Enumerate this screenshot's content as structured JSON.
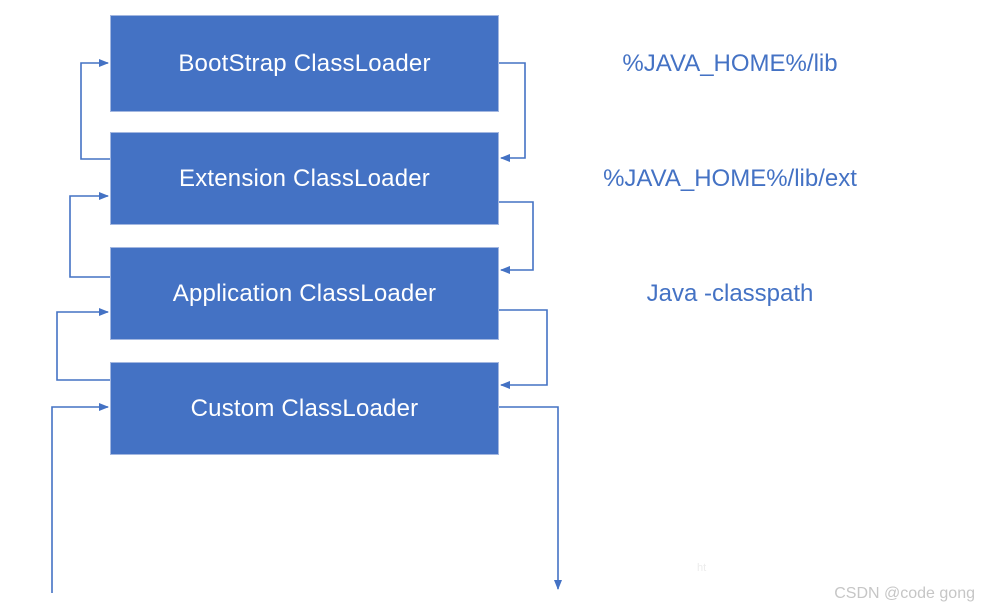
{
  "diagram": {
    "title_semantic": "Java ClassLoader delegation hierarchy",
    "boxes": [
      {
        "label": "BootStrap ClassLoader",
        "side_label": "%JAVA_HOME%/lib"
      },
      {
        "label": "Extension ClassLoader",
        "side_label": "%JAVA_HOME%/lib/ext"
      },
      {
        "label": "Application ClassLoader",
        "side_label": "Java -classpath"
      },
      {
        "label": "Custom ClassLoader",
        "side_label": ""
      }
    ],
    "connectors": [
      {
        "from": "Extension ClassLoader",
        "to": "BootStrap ClassLoader",
        "side": "left",
        "direction": "up"
      },
      {
        "from": "Application ClassLoader",
        "to": "Extension ClassLoader",
        "side": "left",
        "direction": "up"
      },
      {
        "from": "Custom ClassLoader",
        "to": "Application ClassLoader",
        "side": "left",
        "direction": "up"
      },
      {
        "from": "external-bottom",
        "to": "Custom ClassLoader",
        "side": "left",
        "direction": "up"
      },
      {
        "from": "BootStrap ClassLoader",
        "to": "Extension ClassLoader",
        "side": "right",
        "direction": "down"
      },
      {
        "from": "Extension ClassLoader",
        "to": "Application ClassLoader",
        "side": "right",
        "direction": "down"
      },
      {
        "from": "Application ClassLoader",
        "to": "Custom ClassLoader",
        "side": "right",
        "direction": "down"
      },
      {
        "from": "Custom ClassLoader",
        "to": "external-bottom",
        "side": "right",
        "direction": "down"
      }
    ],
    "colors": {
      "box_fill": "#4472c4",
      "box_border": "#a3b7e0",
      "box_text": "#ffffff",
      "side_label_text": "#4472c4",
      "arrow": "#4472c4",
      "background": "#ffffff"
    }
  },
  "faint_text": "ht",
  "watermark": {
    "text": "CSDN @code gong",
    "color": "#c6c6c6"
  }
}
